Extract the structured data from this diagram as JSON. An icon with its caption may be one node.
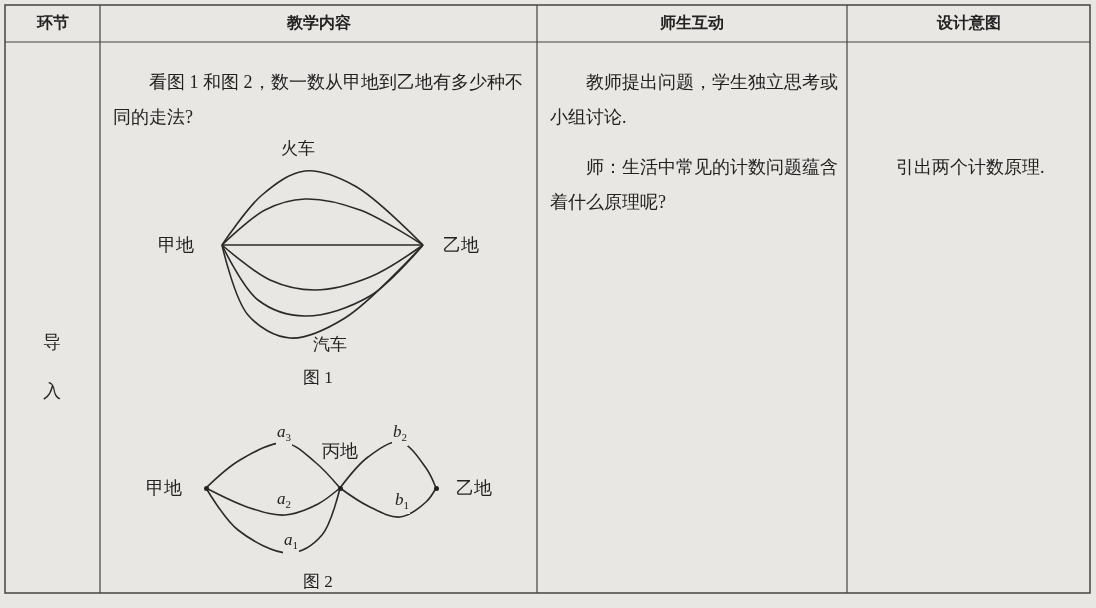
{
  "diagram": {
    "nodes": [
      {
        "text": [
          "甲地"
        ]
      },
      {
        "text": [
          "乙地"
        ]
      },
      {
        "text": [
          "甲地"
        ]
      },
      {
        "text": [
          "丙地"
        ]
      },
      {
        "text": [
          "乙地"
        ]
      }
    ],
    "edges": [
      {
        "from": 0,
        "to": 1,
        "arrow": "none"
      },
      {
        "from": 0,
        "to": 1,
        "arrow": "none"
      },
      {
        "from": 0,
        "to": 1,
        "arrow": "none"
      },
      {
        "from": 0,
        "to": 1,
        "arrow": "none"
      },
      {
        "from": 0,
        "to": 1,
        "arrow": "none"
      },
      {
        "from": 0,
        "to": 1,
        "arrow": "none"
      },
      {
        "from": 2,
        "to": 3,
        "arrow": "none",
        "label": "*a*$_{3}$"
      },
      {
        "from": 2,
        "to": 3,
        "arrow": "none",
        "label": "*a*$_{2}$"
      },
      {
        "from": 2,
        "to": 3,
        "arrow": "none",
        "label": "*a*$_{1}$"
      },
      {
        "from": 3,
        "to": 4,
        "arrow": "none",
        "label": "*b*$_{2}$"
      },
      {
        "from": 3,
        "to": 4,
        "arrow": "none",
        "label": "*b*$_{1}$"
      }
    ],
    "labels": [
      "环节",
      "教学内容",
      "师生互动",
      "设计意图",
      "导入",
      "看图 1 和图 2，数一数从甲地到乙地有多少种不同的走法?",
      "火车",
      "汽车",
      "图 1",
      "图 2",
      "教师提出问题，学生独立思考或小组讨论.",
      "师：生活中常见的计数问题蕴含着什么原理呢?",
      "引出两个计数原理."
    ]
  }
}
